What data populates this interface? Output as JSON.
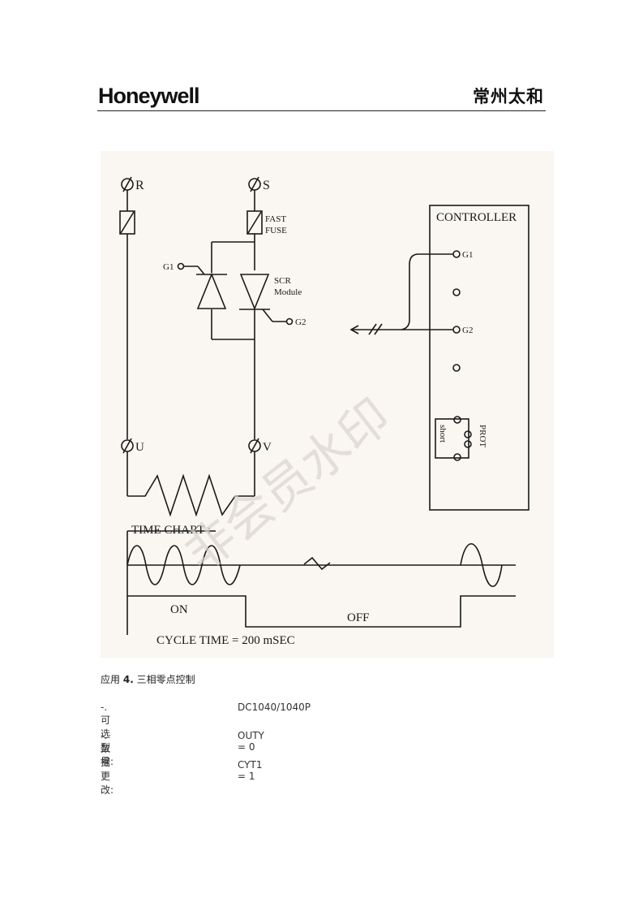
{
  "header": {
    "brand": "Honeywell",
    "company": "常州太和"
  },
  "figure": {
    "terminals": {
      "r": "R",
      "s": "S",
      "u": "U",
      "v": "V"
    },
    "fast_fuse_line1": "FAST",
    "fast_fuse_line2": "FUSE",
    "scr_line1": "SCR",
    "scr_line2": "Module",
    "g1_left": "G1",
    "g2_right": "G2",
    "controller_title": "CONTROLLER",
    "controller_g1": "G1",
    "controller_g2": "G2",
    "prot_label": "PROT",
    "short_label": "short",
    "time_chart_title": "TIME CHART :",
    "on_label": "ON",
    "off_label": "OFF",
    "cycle_time": "CYCLE TIME = 200 mSEC",
    "watermark": "非会员水印"
  },
  "caption": {
    "prefix": "应用",
    "number": "4.",
    "title": "三相零点控制"
  },
  "specs": [
    {
      "label": "-. 可选型号:",
      "value": "DC1040/1040P"
    },
    {
      "label": "-.  数据更改:",
      "value": "OUTY = 0"
    },
    {
      "label": "",
      "value": "CYT1 = 1"
    }
  ],
  "colors": {
    "figure_background": "#faf6f1",
    "line": "#1a1a1a",
    "watermark": "#d8d4d0"
  }
}
